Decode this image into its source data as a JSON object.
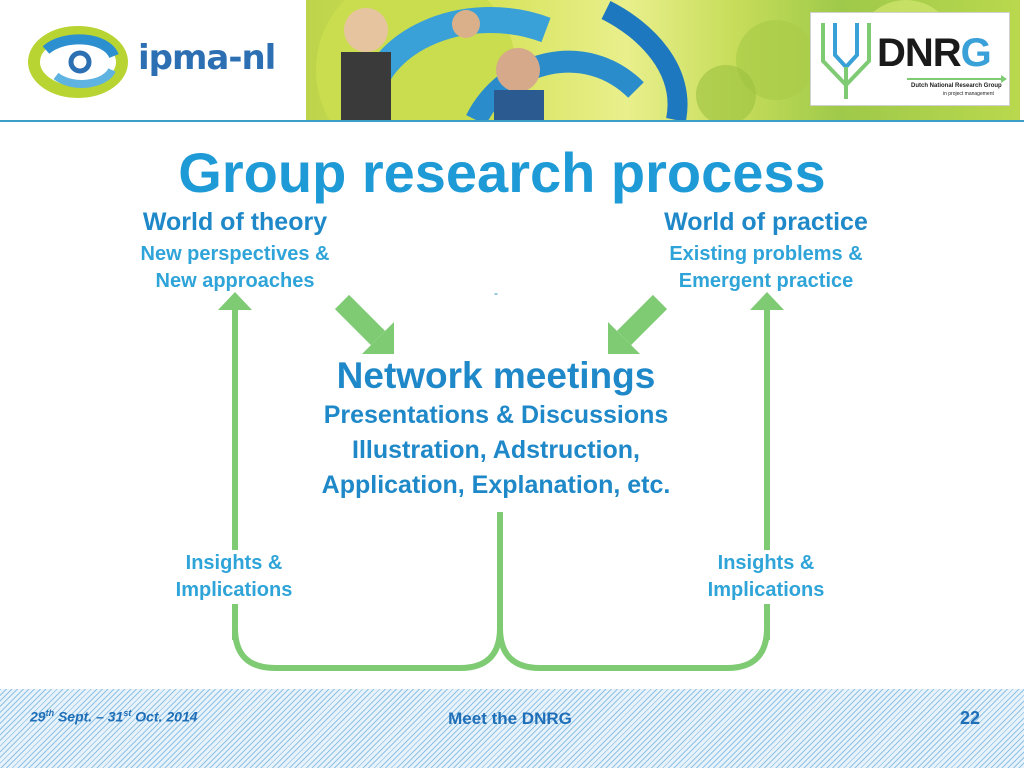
{
  "header": {
    "ipma_logo_text": "ipma-nl",
    "dnrg_logo_text_main": "DNR",
    "dnrg_logo_text_accent": "G",
    "dnrg_subtitle_1": "Dutch National Research Group",
    "dnrg_subtitle_2": "in project management",
    "photo_banner_icon": "photo-collage"
  },
  "slide": {
    "title": "Group research process",
    "left": {
      "heading": "World of theory",
      "line1": "New perspectives &",
      "line2": "New approaches"
    },
    "right": {
      "heading": "World of practice",
      "line1": "Existing problems &",
      "line2": "Emergent practice"
    },
    "center": {
      "heading": "Network meetings",
      "line1": "Presentations & Discussions",
      "line2": "Illustration, Adstruction,",
      "line3": "Application, Explanation, etc."
    },
    "insight_left": {
      "line1": "Insights &",
      "line2": "Implications"
    },
    "insight_right": {
      "line1": "Insights &",
      "line2": "Implications"
    },
    "dash": "-"
  },
  "footer": {
    "date_d1": "29",
    "date_s1": "th",
    "date_mid": " Sept. – 31",
    "date_s2": "st",
    "date_end": " Oct. 2014",
    "center": "Meet the DNRG",
    "page": "22"
  },
  "colors": {
    "title_blue": "#1e9ad6",
    "arrow_green": "#7ecb74",
    "footer_blue": "#1e6fb8"
  }
}
